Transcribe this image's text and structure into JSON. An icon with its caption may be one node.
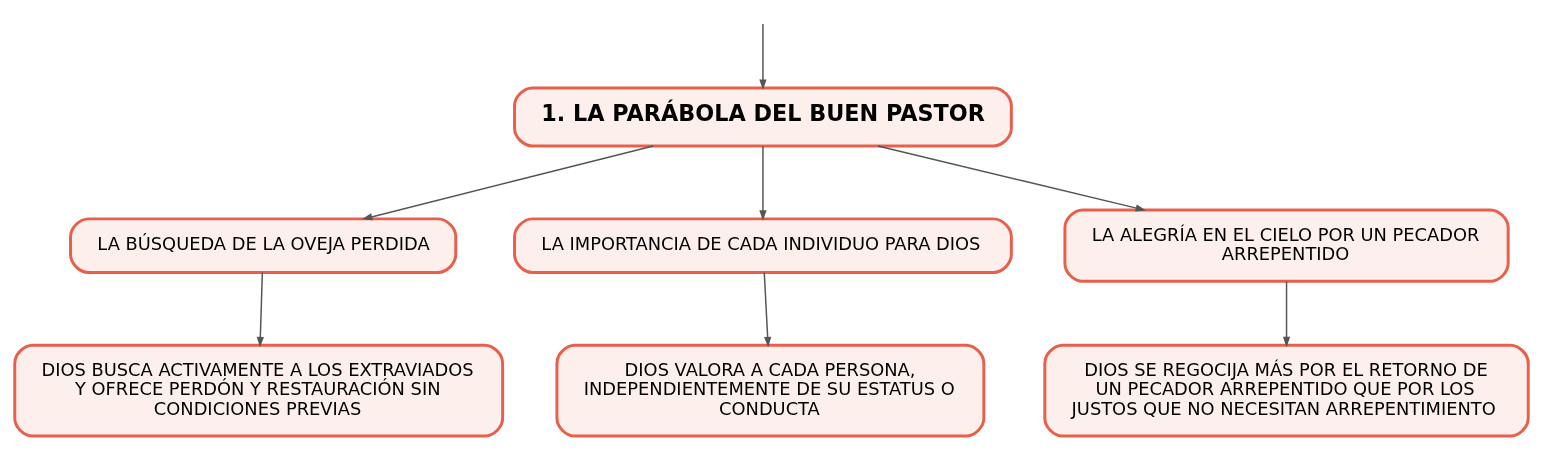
{
  "diagram": {
    "nodes": [
      {
        "text": [
          "1. LA PARÁBOLA DEL BUEN PASTOR"
        ]
      },
      {
        "text": [
          "LA BÚSQUEDA DE LA OVEJA PERDIDA"
        ]
      },
      {
        "text": [
          "LA IMPORTANCIA DE CADA INDIVIDUO PARA DIOS"
        ]
      },
      {
        "text": [
          "LA ALEGRÍA EN EL CIELO POR UN PECADOR ARREPENTIDO"
        ]
      },
      {
        "text": [
          "DIOS BUSCA ACTIVAMENTE A LOS EXTRAVIADOS Y OFRECE PERDÓN Y RESTAURACIÓN SIN CONDICIONES PREVIAS"
        ]
      },
      {
        "text": [
          "DIOS VALORA A CADA PERSONA, INDEPENDIENTEMENTE DE SU ESTATUS O CONDUCTA"
        ]
      },
      {
        "text": [
          "DIOS SE REGOCIJA MÁS POR EL RETORNO DE UN PECADOR ARREPENTIDO QUE POR LOS JUSTOS QUE NO NECESITAN ARREPENTIMIENTO"
        ]
      }
    ],
    "edges": [
      {
        "from": null,
        "to": 0,
        "arrow": "to"
      },
      {
        "from": 0,
        "to": 1,
        "arrow": "to"
      },
      {
        "from": 0,
        "to": 2,
        "arrow": "to"
      },
      {
        "from": 0,
        "to": 3,
        "arrow": "to"
      },
      {
        "from": 1,
        "to": 4,
        "arrow": "to"
      },
      {
        "from": 2,
        "to": 5,
        "arrow": "to"
      },
      {
        "from": 3,
        "to": 6,
        "arrow": "to"
      }
    ]
  }
}
